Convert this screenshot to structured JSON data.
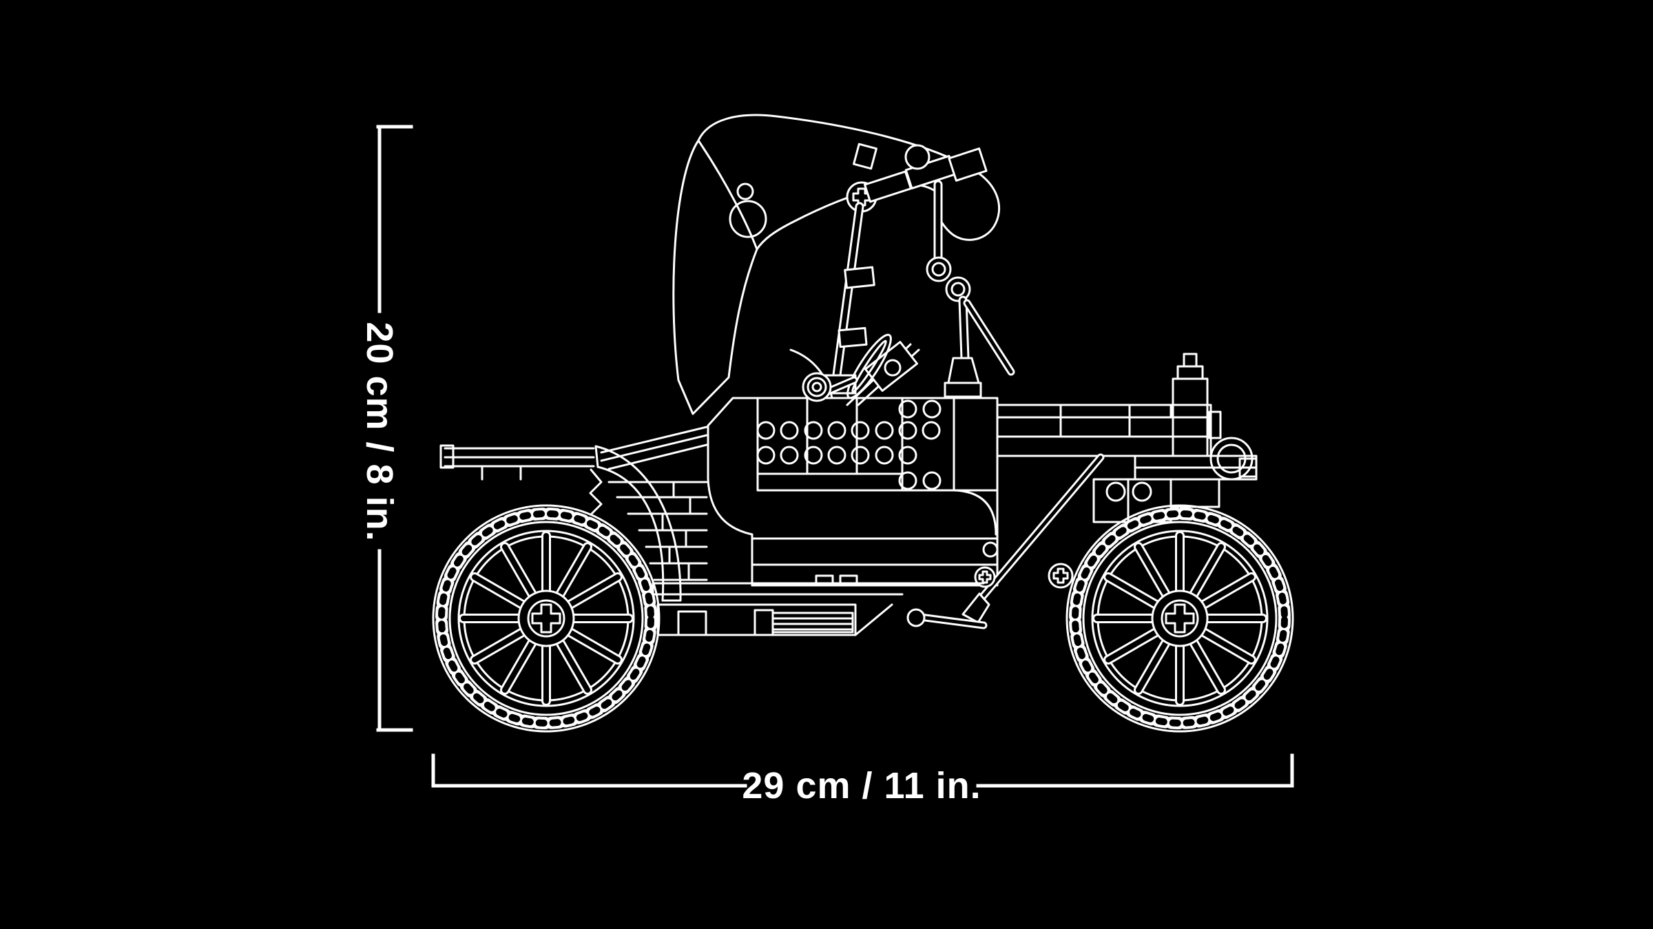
{
  "colors": {
    "background": "#000000",
    "line": "#ffffff",
    "text": "#ffffff"
  },
  "diagram": {
    "subject": "vintage-car-lego-line-drawing",
    "height_dimension": {
      "label": "20 cm / 8 in."
    },
    "width_dimension": {
      "label": "29 cm / 11 in."
    }
  }
}
